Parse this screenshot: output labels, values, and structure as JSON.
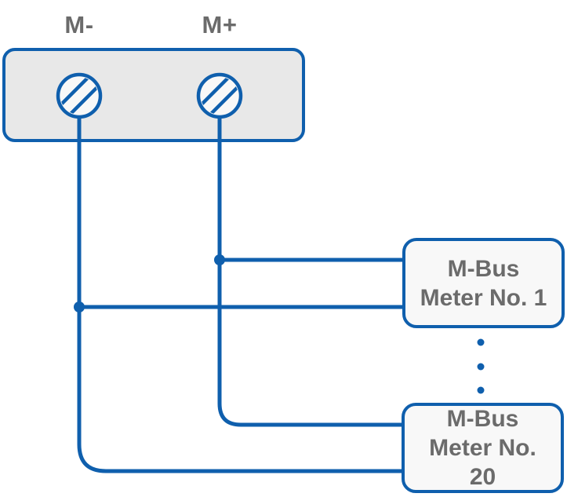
{
  "diagram": {
    "title_hint": "M-Bus wiring diagram",
    "terminal_block": {
      "minus_label": "M-",
      "plus_label": "M+"
    },
    "meters": [
      {
        "lines": [
          "M-Bus",
          "Meter No. 1"
        ]
      },
      {
        "lines": [
          "M-Bus",
          "Meter No.",
          "20"
        ]
      }
    ],
    "colors": {
      "wire": "#0f5fad",
      "text": "#6b6b6b",
      "block_fill": "#e8e8e8",
      "box_fill": "#f8f8f8",
      "bg": "#ffffff"
    }
  }
}
